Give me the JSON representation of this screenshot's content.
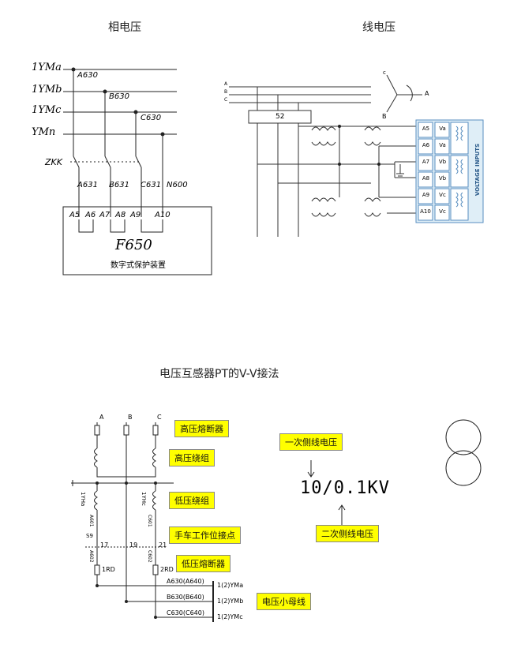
{
  "titles": {
    "phase_voltage": "相电压",
    "line_voltage": "线电压",
    "vv_connection": "电压互感器PT的V-V接法"
  },
  "phase_diagram": {
    "bus_labels": [
      "1YMa",
      "1YMb",
      "1YMc",
      "YMn"
    ],
    "bus_taps": [
      "A630",
      "B630",
      "C630"
    ],
    "switch_label": "ZKK",
    "wire_labels": [
      "A631",
      "B631",
      "C631",
      "N600"
    ],
    "terminal_labels": [
      "A5",
      "A6",
      "A7",
      "A8",
      "A9",
      "A10"
    ],
    "device_name": "F650",
    "device_desc": "数字式保护装置"
  },
  "line_diagram": {
    "phase_letters": [
      "A",
      "B",
      "C"
    ],
    "breaker_label": "52",
    "terminals": [
      "A5",
      "A6",
      "A7",
      "A8",
      "A9",
      "A10"
    ],
    "inputs": [
      "Va",
      "Va",
      "Vb",
      "Vb",
      "Vc",
      "Vc"
    ],
    "panel_label": "VOLTAGE INPUTS",
    "rotation_letters": [
      "c",
      "A",
      "B"
    ]
  },
  "vv_diagram": {
    "phase_letters": [
      "A",
      "B",
      "C"
    ],
    "labels": {
      "hv_fuse": "高压熔断器",
      "hv_winding": "高压绕组",
      "lv_winding": "低压绕组",
      "cart_contact": "手车工作位接点",
      "lv_fuse": "低压熔断器",
      "small_bus": "电压小母线",
      "primary": "一次侧线电压",
      "secondary": "二次侧线电压"
    },
    "ratio": "10/0.1KV",
    "pt_labels": [
      "1YHa",
      "1YHc"
    ],
    "wire_codes": [
      "A601",
      "C601",
      "S9",
      "A602",
      "C602",
      "1RD",
      "2RD"
    ],
    "contact_nums": [
      "17",
      "19",
      "21"
    ],
    "bus_codes": [
      "A630(A640)",
      "B630(B640)",
      "C630(C640)"
    ],
    "bus_names": [
      "1(2)YMa",
      "1(2)YMb",
      "1(2)YMc"
    ]
  }
}
